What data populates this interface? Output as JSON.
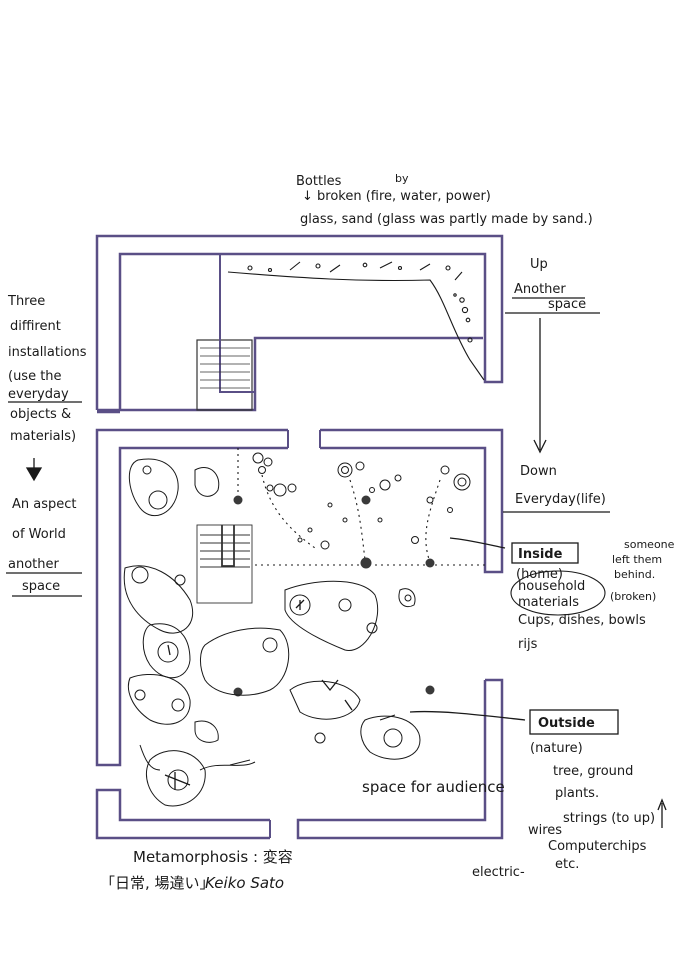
{
  "top_note": {
    "line1": "Bottles",
    "by": "by",
    "line2": "↓ broken (fire, water, power)",
    "line3": "glass, sand (glass was partly made by sand.)"
  },
  "up_labels": {
    "up": "Up",
    "another": "Another",
    "space": "space"
  },
  "down_labels": {
    "down": "Down",
    "everyday": "Everyday(life)"
  },
  "left_notes": {
    "lines": [
      "Three",
      "diffirent",
      "installations",
      "(use the",
      "everyday",
      "objects &",
      "materials)"
    ],
    "aspect_lines": [
      "An aspect",
      "of World",
      "another",
      "space"
    ]
  },
  "inside_notes": {
    "inside": "Inside",
    "home": "(home)",
    "household": "household",
    "materials": "materials",
    "items": "Cups, dishes, bowls",
    "items2": "rijs",
    "someone": [
      "someone",
      "left them",
      "behind.",
      "(broken)"
    ]
  },
  "outside_notes": {
    "outside": "Outside",
    "nature": "(nature)",
    "tree": "tree, ground",
    "plants": "plants.",
    "strings": "strings (to up)",
    "wires": "wires",
    "chips": "Computerchips",
    "etc": "etc.",
    "electric": "electric-"
  },
  "audience": "space for audience",
  "title": {
    "line1": "Metamorphosis : 変容",
    "line2": "「日常, 場違い」",
    "author": "Keiko Sato"
  },
  "colors": {
    "ink": "#1a1a1a",
    "wall": "#5a4f86",
    "paper": "#ffffff"
  }
}
